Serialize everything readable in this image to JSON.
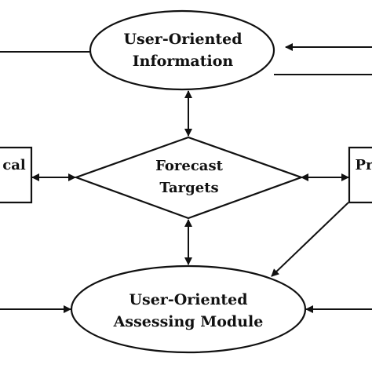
{
  "diagram": {
    "user_info_node": {
      "line1": "User-Oriented",
      "line2": "Information"
    },
    "forecast_node": {
      "line1": "Forecast",
      "line2": "Targets"
    },
    "assessing_node": {
      "line1": "User-Oriented",
      "line2": "Assessing Module"
    },
    "left_box": {
      "label": "cal"
    },
    "right_box": {
      "label": "Pr"
    }
  },
  "colors": {
    "stroke": "#111111",
    "background": "#ffffff"
  }
}
